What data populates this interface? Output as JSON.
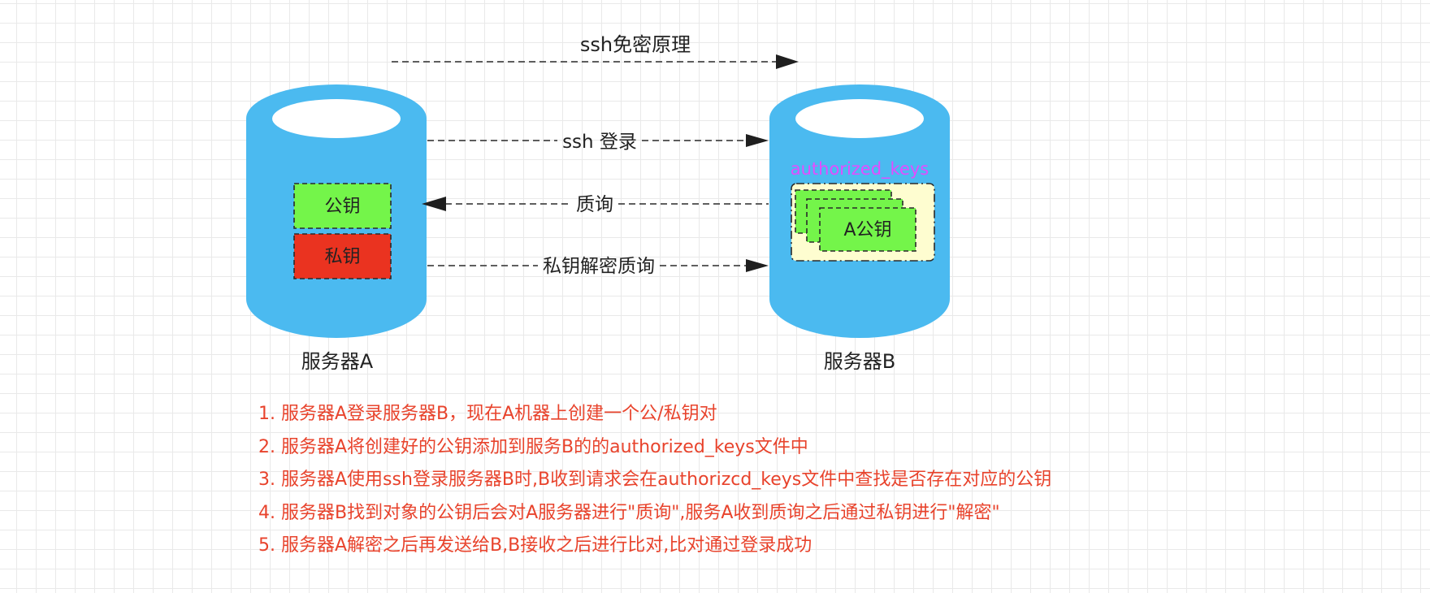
{
  "title": "ssh免密原理",
  "server_a": {
    "label": "服务器A",
    "public_key": "公钥",
    "private_key": "私钥"
  },
  "server_b": {
    "label": "服务器B",
    "authorized_keys_label": "authorized_keys",
    "key_card": "A公钥"
  },
  "edges": {
    "login": "ssh 登录",
    "challenge": "质询",
    "decrypt": "私钥解密质询"
  },
  "notes": [
    "1. 服务器A登录服务器B，现在A机器上创建一个公/私钥对",
    "2. 服务器A将创建好的公钥添加到服务B的的authorized_keys文件中",
    "3. 服务器A使用ssh登录服务器B时,B收到请求会在authorizcd_keys文件中查找是否存在对应的公钥",
    "4. 服务器B找到对象的公钥后会对A服务器进行\"质询\",服务A收到质询之后通过私钥进行\"解密\"",
    "5. 服务器A解密之后再发送给B,B接收之后进行比对,比对通过登录成功"
  ],
  "colors": {
    "cylinder": "#4bbaf0",
    "public_key": "#74f54a",
    "private_key": "#ea3320",
    "authorized_keys_box": "#fefdd0",
    "authorized_keys_text": "#e34cff",
    "notes_text": "#e8432c"
  }
}
